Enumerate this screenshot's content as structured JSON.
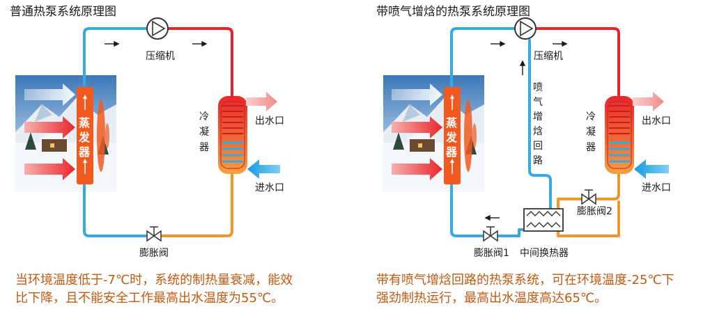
{
  "left_panel": {
    "title": "普通热泵系统原理图",
    "compressor_label": "压缩机",
    "condenser_label": [
      "冷",
      "凝",
      "器"
    ],
    "evaporator_label": [
      "蒸",
      "发",
      "器"
    ],
    "water_out_label": "出水口",
    "water_in_label": "进水口",
    "valve_label": "膨胀阀",
    "caption_lines": [
      "当环境温度低于-7℃时，系统的制热量衰减，能效",
      "比下降，且不能安全工作最高出水温度为55℃。"
    ]
  },
  "right_panel": {
    "title": "带喷气增焓的热泵系统原理图",
    "compressor_label": "压缩机",
    "injection_label": [
      "喷",
      "气",
      "增",
      "焓",
      "回",
      "路"
    ],
    "condenser_label": [
      "冷",
      "凝",
      "器"
    ],
    "evaporator_label": [
      "蒸",
      "发",
      "器"
    ],
    "water_out_label": "出水口",
    "water_in_label": "进水口",
    "valve1_label": "膨胀阀1",
    "valve2_label": "膨胀阀2",
    "heat_exchanger_label": "中间换热器",
    "caption_lines": [
      "带有喷气增焓回路的热泵系统，可在环境温度-25℃下",
      "强劲制热运行，最高出水温度高达65℃。"
    ]
  },
  "colors": {
    "cold_pipe": "#3aa8e0",
    "hot_pipe": "#e8262a",
    "warm_pipe": "#f0962a",
    "evaporator": "#f05a1e",
    "hot_arrow": "#f5a3a3",
    "cold_arrow": "#28a8e8",
    "caption_text": "#c15a12"
  },
  "icons": {
    "compressor": "compressor-icon",
    "expansion_valve": "expansion-valve-icon",
    "winter_scene": "winter-scene-image"
  }
}
